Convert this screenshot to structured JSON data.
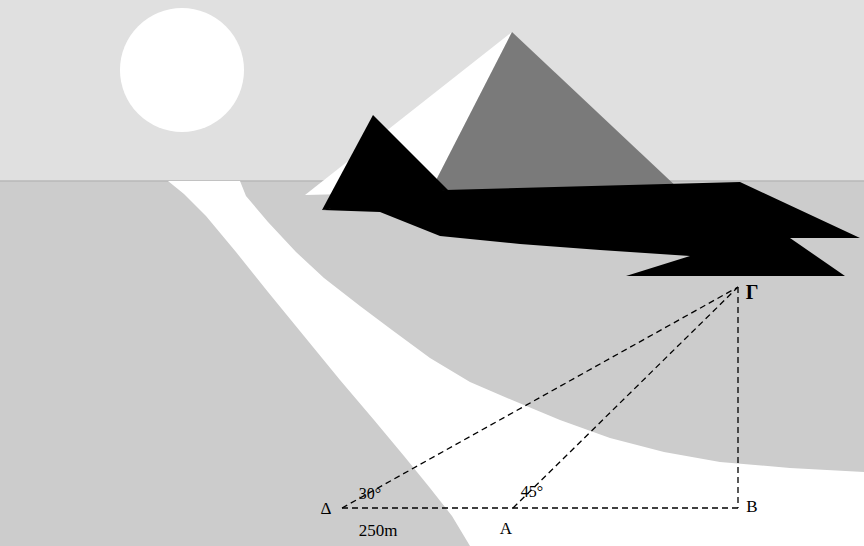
{
  "diagram": {
    "labels": [
      "Γ",
      "B",
      "A",
      "Δ",
      "30°",
      "45°",
      "250m"
    ]
  }
}
